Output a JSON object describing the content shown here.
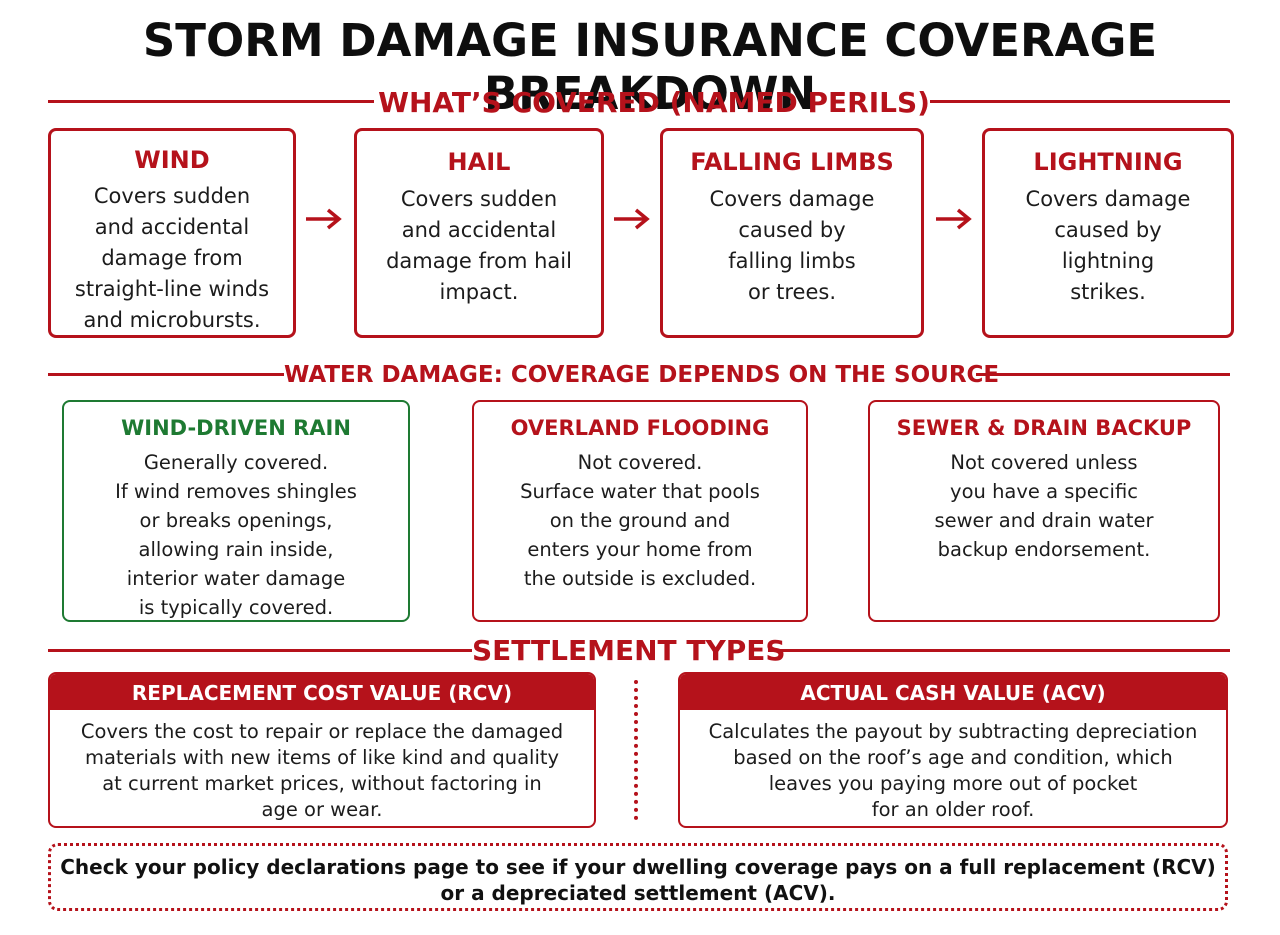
{
  "title": "STORM DAMAGE INSURANCE COVERAGE BREAKDOWN",
  "sections": {
    "covered": "WHAT’S COVERED (NAMED PERILS)",
    "water": "WATER DAMAGE: COVERAGE DEPENDS ON THE SOURCE",
    "settlement": "SETTLEMENT TYPES"
  },
  "perils": [
    {
      "title": "WIND",
      "body": "Covers sudden\nand accidental\ndamage from\nstraight-line winds\nand microbursts."
    },
    {
      "title": "HAIL",
      "body": "Covers sudden\nand accidental\ndamage from hail\nimpact."
    },
    {
      "title": "FALLING LIMBS",
      "body": "Covers damage\ncaused by\nfalling limbs\nor trees."
    },
    {
      "title": "LIGHTNING",
      "body": "Covers damage\ncaused by\nlightning\nstrikes."
    }
  ],
  "water": [
    {
      "title": "WIND-DRIVEN RAIN",
      "body": "Generally covered.\nIf wind removes shingles\nor breaks openings,\nallowing rain inside,\ninterior water damage\nis typically covered.",
      "color": "#1e7a32"
    },
    {
      "title": "OVERLAND FLOODING",
      "body": "Not covered.\nSurface water that pools\non the ground and\nenters your home from\nthe outside is excluded.",
      "color": "#b5121b"
    },
    {
      "title": "SEWER & DRAIN BACKUP",
      "body": "Not covered unless\nyou have a specific\nsewer and drain water\nbackup endorsement.",
      "color": "#b5121b"
    }
  ],
  "settlement": [
    {
      "title": "REPLACEMENT COST VALUE (RCV)",
      "body": "Covers the cost to repair or replace the damaged\nmaterials with new items of like kind and quality\nat current market prices, without factoring in\nage or wear."
    },
    {
      "title": "ACTUAL CASH VALUE (ACV)",
      "body": "Calculates the payout by subtracting depreciation\nbased on the roof’s age and condition, which\nleaves you paying more out of pocket\nfor an older roof."
    }
  ],
  "note": "Check your policy declarations page to see if your dwelling coverage pays on a full replacement (RCV)\nor a depreciated settlement (ACV).",
  "colors": {
    "accent": "#b5121b",
    "green": "#1e7a32"
  },
  "icons": {
    "flow_arrow": "right-arrow-icon"
  }
}
